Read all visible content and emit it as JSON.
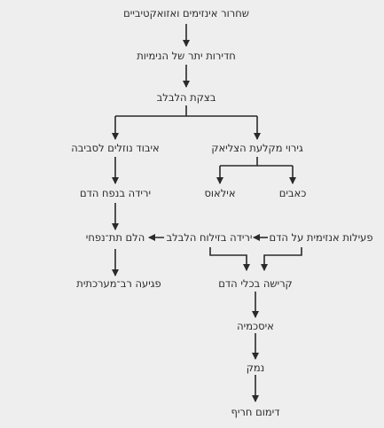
{
  "nodes": {
    "enzyme_release": "שחרור אינזימים ואזואקטיביים",
    "pancreatic_leak": "חדירות יתר של הנימיות",
    "pancreas_edema": "בצקת הלבלב",
    "fluid_loss": "איבוד נוזלים לסביבה",
    "celiac_irritation": "גירוי מקלעת הצליאק",
    "bp_drop": "ירידה בנפח הדם",
    "ileus": "אילאוס",
    "pain": "כאבים",
    "hypovolemic_shock": "הלם תת־נפחי",
    "pancreatic_perfusion_drop": "ירידה בזילוח הלבלב",
    "enzyme_activity": "פעילות אנזימית על הדם",
    "multi_system": "פגיעה רב־מערכתית",
    "intravascular_coag": "קרישה בכלי הדם",
    "ischemia": "איסכמיה",
    "necrosis": "נמק",
    "hemorrhage": "דימום חריף"
  },
  "colors": {
    "background": "#eeeeee",
    "line": "#2a2a2a",
    "text": "#2a2a2a"
  }
}
